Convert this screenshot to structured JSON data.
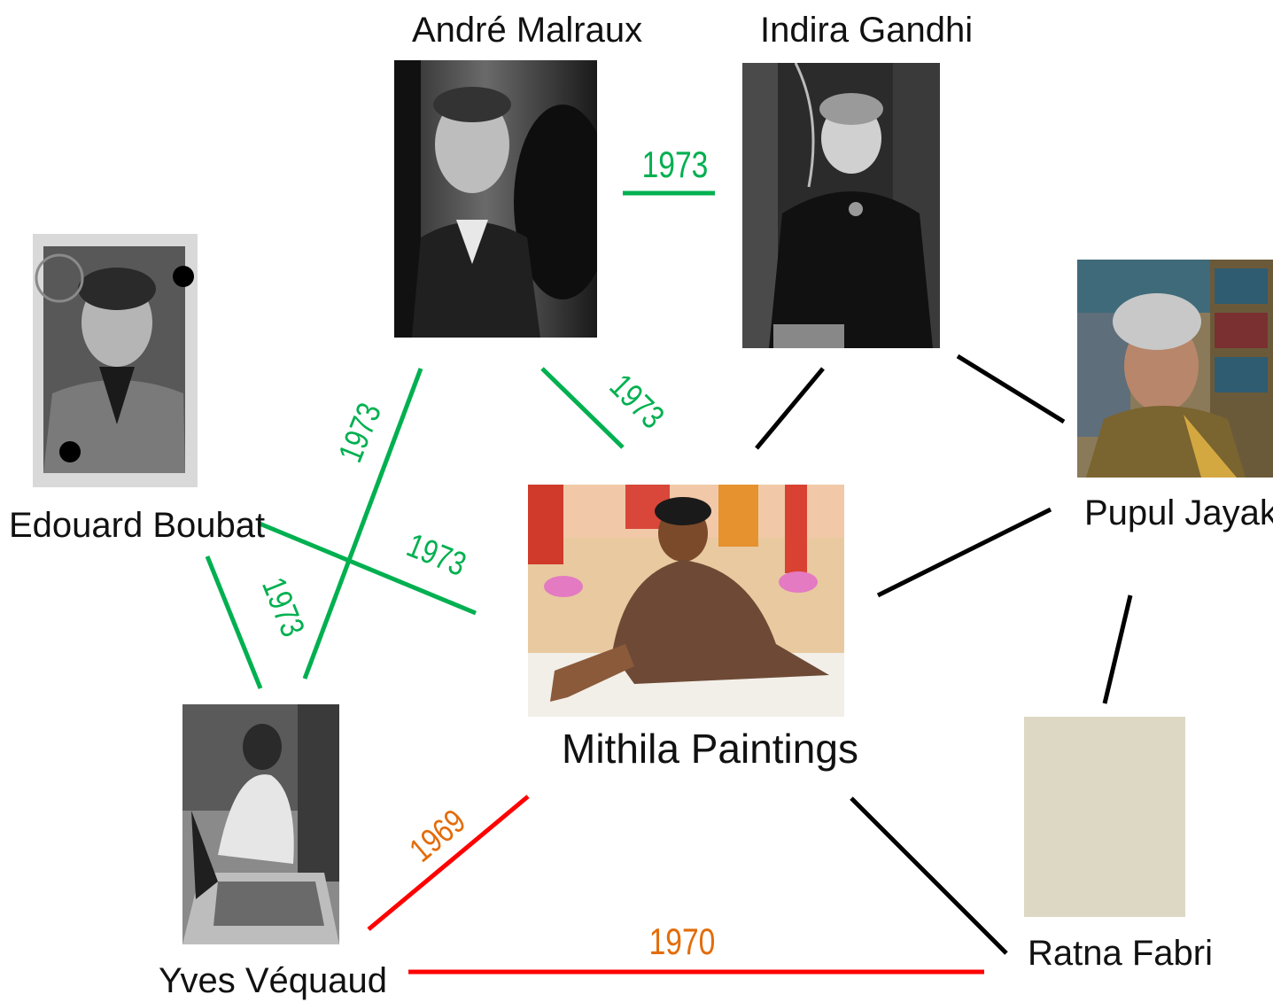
{
  "nodes": {
    "andre_malraux": {
      "name": "André Malraux"
    },
    "indira_gandhi": {
      "name": "Indira Gandhi"
    },
    "edouard_boubat": {
      "name": "Edouard Boubat"
    },
    "pupul_jayakar": {
      "name": "Pupul Jayakar"
    },
    "mithila_paintings": {
      "name": "Mithila Paintings"
    },
    "yves_vequaud": {
      "name": "Yves Véquaud"
    },
    "ratna_fabri": {
      "name": "Ratna Fabri"
    }
  },
  "edges": [
    {
      "id": "malraux-gandhi",
      "year": "1973",
      "color": "#00b050",
      "label_color": "#00b050"
    },
    {
      "id": "malraux-mithila",
      "year": "1973",
      "color": "#00b050",
      "label_color": "#00b050"
    },
    {
      "id": "malraux-vequaud",
      "year": "1973",
      "color": "#00b050",
      "label_color": "#00b050"
    },
    {
      "id": "boubat-mithila",
      "year": "1973",
      "color": "#00b050",
      "label_color": "#00b050"
    },
    {
      "id": "boubat-vequaud",
      "year": "1973",
      "color": "#00b050",
      "label_color": "#00b050"
    },
    {
      "id": "vequaud-mithila",
      "year": "1969",
      "color": "#ff0000",
      "label_color": "#e36c0a"
    },
    {
      "id": "vequaud-fabri",
      "year": "1970",
      "color": "#ff0000",
      "label_color": "#e36c0a"
    },
    {
      "id": "gandhi-mithila",
      "year": "",
      "color": "#000000"
    },
    {
      "id": "gandhi-jayakar",
      "year": "",
      "color": "#000000"
    },
    {
      "id": "jayakar-mithila",
      "year": "",
      "color": "#000000"
    },
    {
      "id": "jayakar-fabri",
      "year": "",
      "color": "#000000"
    },
    {
      "id": "mithila-fabri",
      "year": "",
      "color": "#000000"
    }
  ]
}
